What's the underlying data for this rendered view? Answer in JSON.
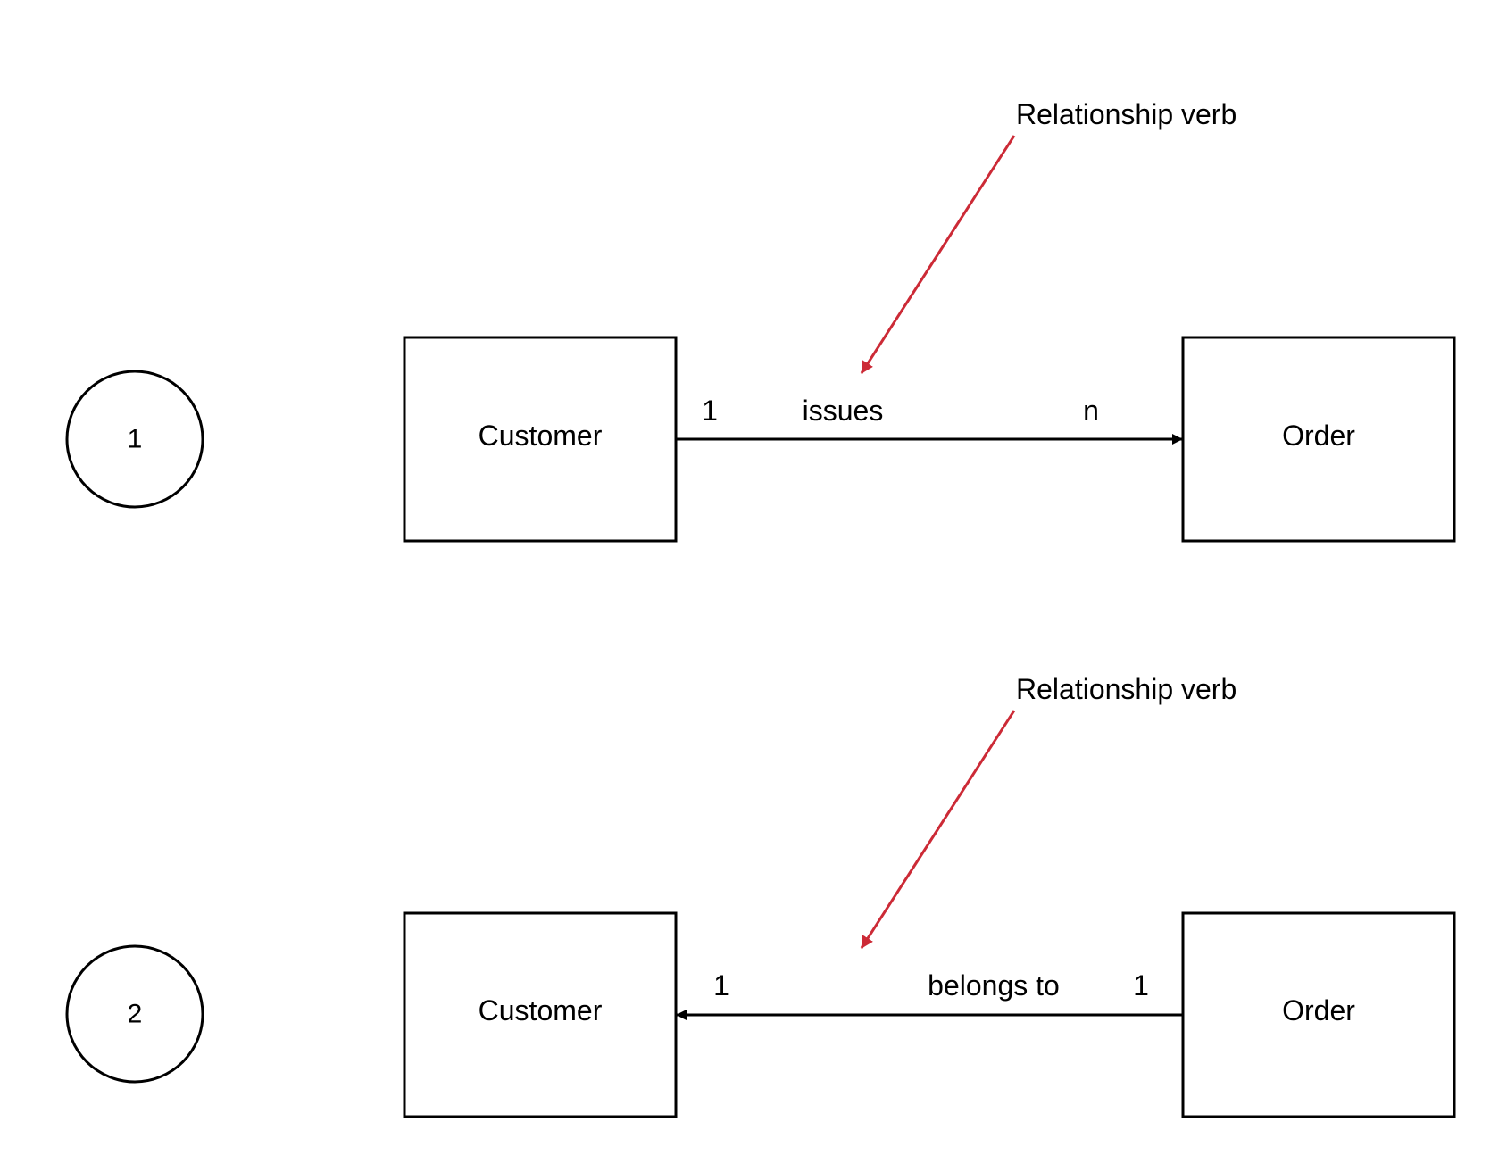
{
  "colors": {
    "stroke": "#000000",
    "annotation": "#cc2a36",
    "background": "#ffffff"
  },
  "diagrams": [
    {
      "number": "1",
      "left_entity": "Customer",
      "right_entity": "Order",
      "left_cardinality": "1",
      "relationship_verb": "issues",
      "right_cardinality": "n",
      "arrow_direction": "to-right-entity",
      "annotation": "Relationship verb"
    },
    {
      "number": "2",
      "left_entity": "Customer",
      "right_entity": "Order",
      "left_cardinality": "1",
      "relationship_verb": "belongs to",
      "right_cardinality": "1",
      "arrow_direction": "to-left-entity",
      "annotation": "Relationship verb"
    }
  ]
}
